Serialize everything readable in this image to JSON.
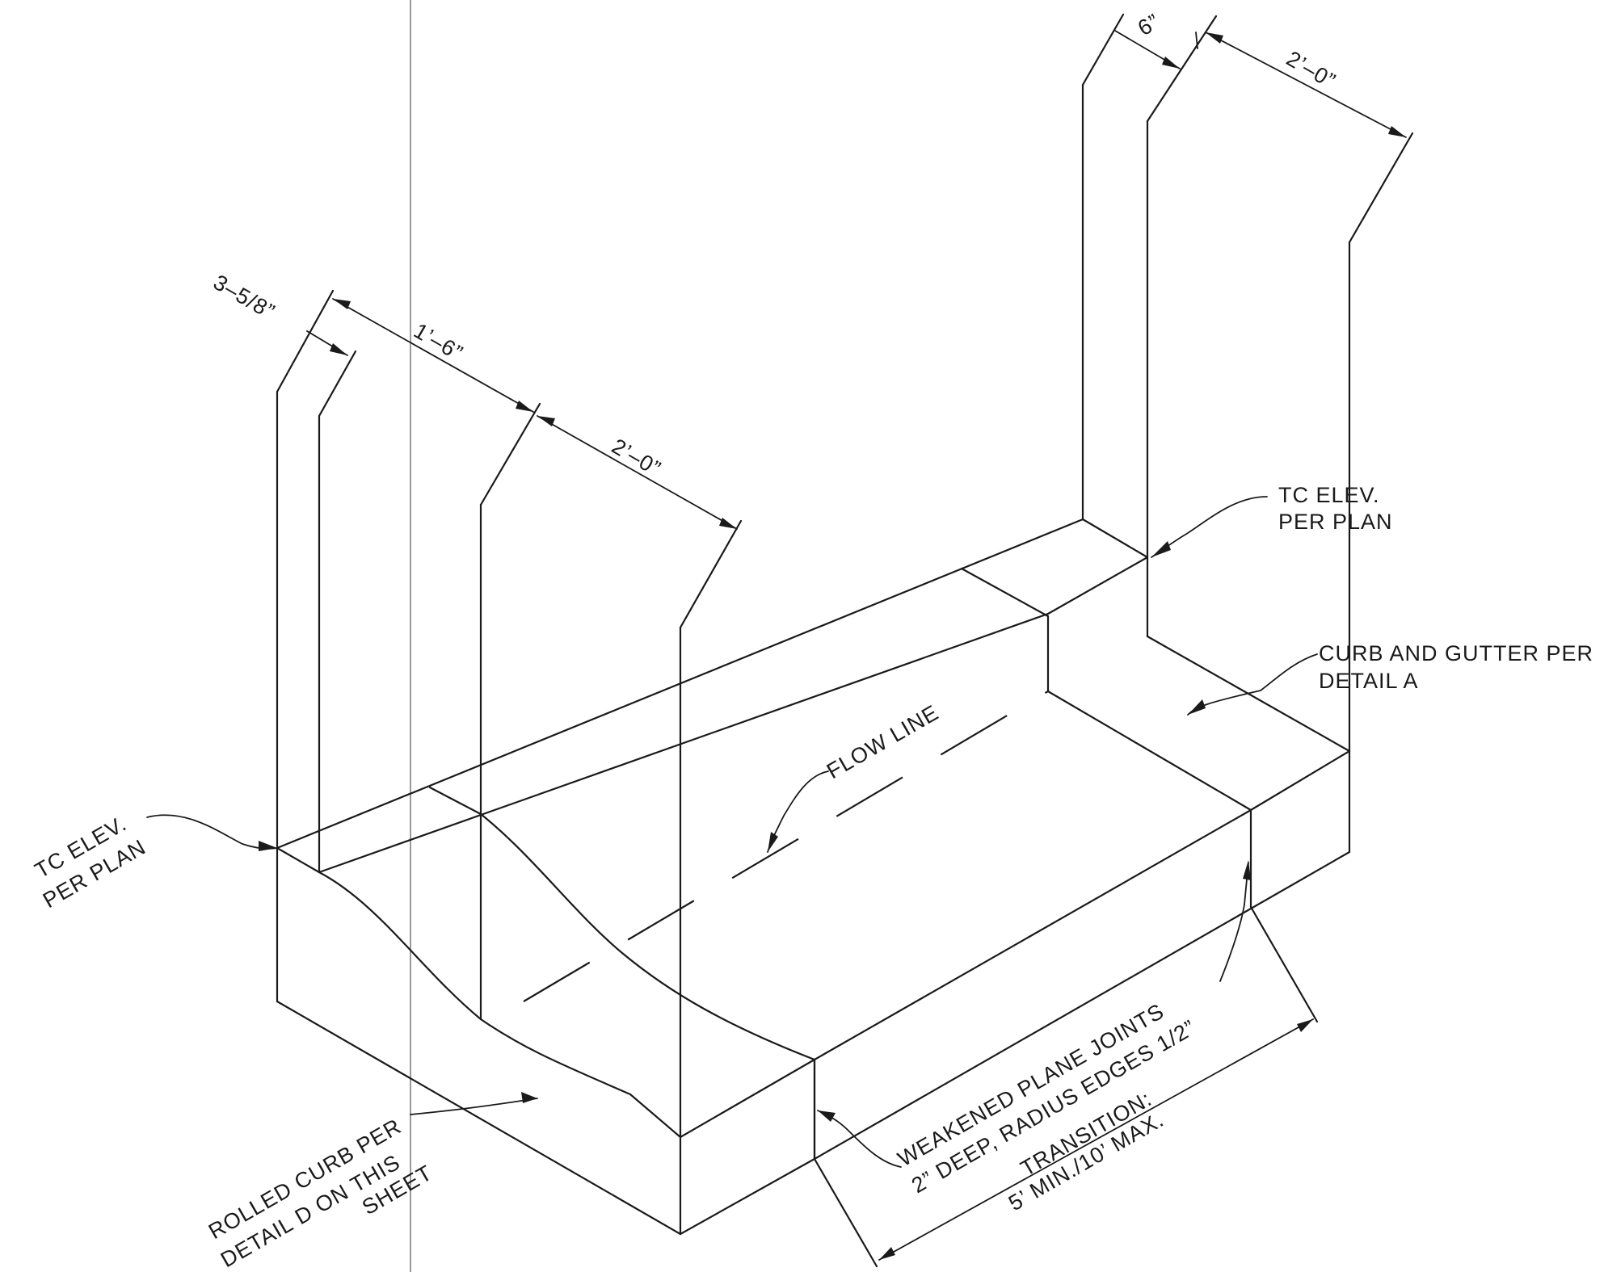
{
  "labels": {
    "dim_6in": "6”",
    "dim_2ft_top": "2’–0”",
    "dim_3_5_8": "3–5/8”",
    "dim_1ft6": "1’–6”",
    "dim_2ft_left": "2’–0”",
    "tc_right_1": "TC ELEV.",
    "tc_right_2": "PER PLAN",
    "curb_gutter_1": "CURB AND GUTTER PER",
    "curb_gutter_2": "DETAIL A",
    "flow_line": "FLOW LINE",
    "tc_left_1": "TC ELEV.",
    "tc_left_2": "PER PLAN",
    "rolled_1": "ROLLED CURB PER",
    "rolled_2": "DETAIL D ON THIS",
    "rolled_3": "SHEET",
    "weakened_1": "WEAKENED PLANE JOINTS",
    "weakened_2": "2” DEEP, RADIUS EDGES 1/2”",
    "transition_1": "TRANSITION:",
    "transition_2": "5’ MIN./10’ MAX."
  }
}
